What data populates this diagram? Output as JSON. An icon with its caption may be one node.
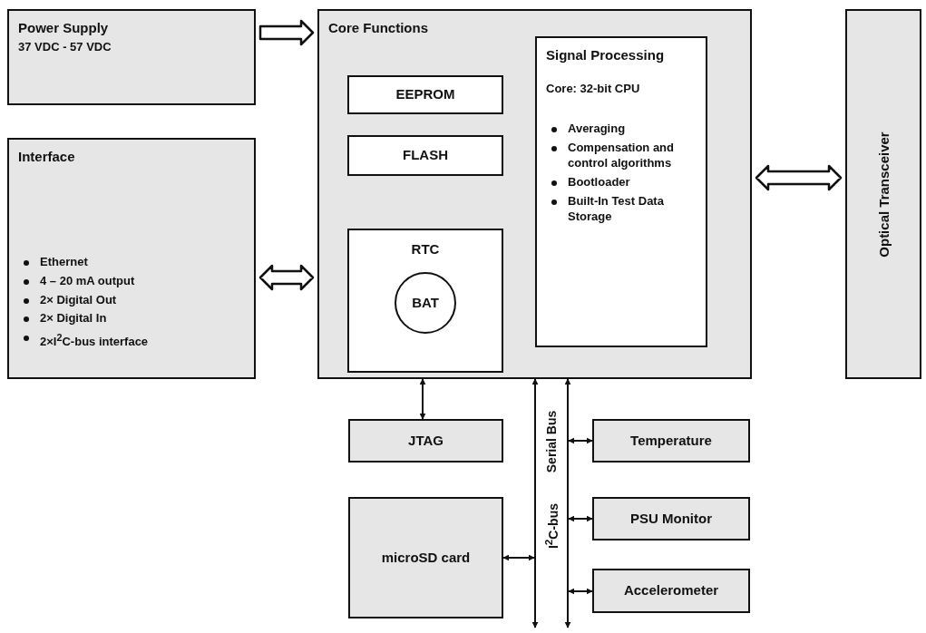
{
  "diagram": {
    "nodes": [
      {
        "text": [
          "Power Supply",
          "37 VDC - 57 VDC"
        ]
      },
      {
        "text": [
          "Interface",
          "Ethernet",
          "4 – 20 mA output",
          "2× Digital Out",
          "2× Digital In",
          "2×I$^{2}$C-bus interface"
        ]
      },
      {
        "text": [
          "Core Functions"
        ]
      },
      {
        "text": [
          "EEPROM"
        ],
        "in": 2
      },
      {
        "text": [
          "FLASH"
        ],
        "in": 2
      },
      {
        "text": [
          "RTC"
        ],
        "in": 2
      },
      {
        "text": [
          "BAT"
        ],
        "in": 5
      },
      {
        "text": [
          "Signal Processing",
          "Core: 32-bit CPU",
          "Averaging",
          "Compensation and control algorithms",
          "Bootloader",
          "Built-In Test Data Storage"
        ],
        "in": 2
      },
      {
        "text": [
          "Optical Transceiver"
        ]
      },
      {
        "text": [
          "JTAG"
        ]
      },
      {
        "text": [
          "microSD card"
        ]
      },
      {
        "text": [
          "Temperature"
        ]
      },
      {
        "text": [
          "PSU Monitor"
        ]
      },
      {
        "text": [
          "Accelerometer"
        ]
      },
      {
        "text": [],
        "shape": "bar",
        "beside": [
          "I$^{2}$C-bus"
        ]
      },
      {
        "text": [],
        "shape": "bar",
        "beside": [
          "Serial Bus"
        ]
      }
    ],
    "edges": [
      {
        "from": 0,
        "to": 2,
        "arrow": "to",
        "style": "thick"
      },
      {
        "from": 1,
        "to": 2,
        "arrow": "both",
        "style": "thick"
      },
      {
        "from": 2,
        "to": 8,
        "arrow": "both",
        "style": "thick"
      },
      {
        "from": 9,
        "to": 2,
        "arrow": "both"
      },
      {
        "from": 14,
        "to": 2,
        "arrow": "to"
      },
      {
        "from": 14,
        "to": null,
        "arrow": "to"
      },
      {
        "from": 15,
        "to": 2,
        "arrow": "to"
      },
      {
        "from": 15,
        "to": null,
        "arrow": "to"
      },
      {
        "from": 10,
        "to": 14,
        "arrow": "both"
      },
      {
        "from": 11,
        "to": 15,
        "arrow": "both"
      },
      {
        "from": 12,
        "to": 15,
        "arrow": "both"
      },
      {
        "from": 13,
        "to": 15,
        "arrow": "both"
      }
    ]
  }
}
